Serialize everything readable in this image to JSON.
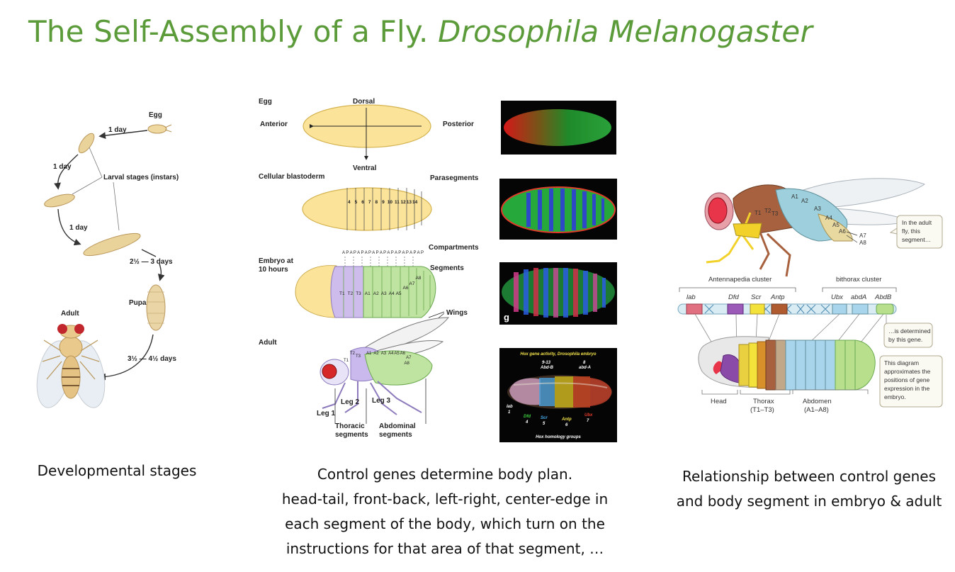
{
  "title": {
    "main": "The Self-Assembly of  a Fly.",
    "species": "Drosophila Melanogaster"
  },
  "left_panel": {
    "egg": "Egg",
    "day1a": "1 day",
    "day1b": "1 day",
    "day1c": "1 day",
    "larval": "Larval stages (instars)",
    "d23": "2½ — 3 days",
    "pupa": "Pupa",
    "adult": "Adult",
    "d345": "3½ — 4½ days",
    "caption": "Developmental stages"
  },
  "middle_panel": {
    "egg": "Egg",
    "dorsal": "Dorsal",
    "anterior": "Anterior",
    "posterior": "Posterior",
    "ventral": "Ventral",
    "blastoderm": "Cellular blastoderm",
    "parasegments": "Parasegments",
    "parasegment_numbers": [
      "4",
      "5",
      "6",
      "7",
      "8",
      "9",
      "10",
      "11",
      "12",
      "13",
      "14"
    ],
    "compartments": "Compartments",
    "ap_labels": "A P A P A P A P A P A P A P A P A P A P A P",
    "embryo": "Embryo at",
    "hours": "10 hours",
    "segments": "Segments",
    "embryo_segment_labels": [
      "T1",
      "T2",
      "T3",
      "A1",
      "A2",
      "A3",
      "A4",
      "A5",
      "A6",
      "A7",
      "A8"
    ],
    "adult": "Adult",
    "wings": "Wings",
    "leg1": "Leg 1",
    "leg2": "Leg 2",
    "leg3": "Leg 3",
    "adult_segment_labels": [
      "T1",
      "T2",
      "T3",
      "A1",
      "A2",
      "A3",
      "A4",
      "A5",
      "A6",
      "A7",
      "A8"
    ],
    "thoracic": "Thoracic",
    "thoracic2": "segments",
    "abdominal": "Abdominal",
    "abdominal2": "segments",
    "photo3_letter": "g",
    "hox_title": "Hox gene activity, Drosophila embryo",
    "hox_abdb": "9-13",
    "hox_abdb2": "Abd-B",
    "hox_abda": "8",
    "hox_abda2": "abd-A",
    "hox_lab": "lab",
    "hox_lab1": "1",
    "hox_dfd": "Dfd",
    "hox_dfd4": "4",
    "hox_scr": "Scr",
    "hox_scr5": "5",
    "hox_antp": "Antp",
    "hox_antp6": "6",
    "hox_ubx": "Ubx",
    "hox_ubx7": "7",
    "hox_footer": "Hox homology groups",
    "caption": [
      "Control genes determine body plan.",
      "head-tail, front-back, left-right, center-edge in",
      "each segment of the body, which turn on the",
      "instructions for that area of that segment, …"
    ]
  },
  "right_panel": {
    "adult_labels": [
      "T1",
      "T2",
      "T3",
      "A1",
      "A2",
      "A3",
      "A4",
      "A5",
      "A6",
      "A7",
      "A8"
    ],
    "callout1": [
      "In the adult",
      "fly, this",
      "segment…"
    ],
    "antennapedia": "Antennapedia cluster",
    "bithorax": "bithorax cluster",
    "genes": [
      "lab",
      "Dfd",
      "Scr",
      "Antp",
      "Ubx",
      "abdA",
      "AbdB"
    ],
    "callout2": [
      "…is determined",
      "by this gene."
    ],
    "callout3": [
      "This diagram",
      "approximates the",
      "positions of gene",
      "expression in the",
      "embryo."
    ],
    "head": "Head",
    "thorax": "Thorax",
    "thorax_sub": "(T1–T3)",
    "abdomen": "Abdomen",
    "abdomen_sub": "(A1–A8)",
    "caption": [
      "Relationship between control genes",
      "and body segment in embryo & adult"
    ]
  }
}
